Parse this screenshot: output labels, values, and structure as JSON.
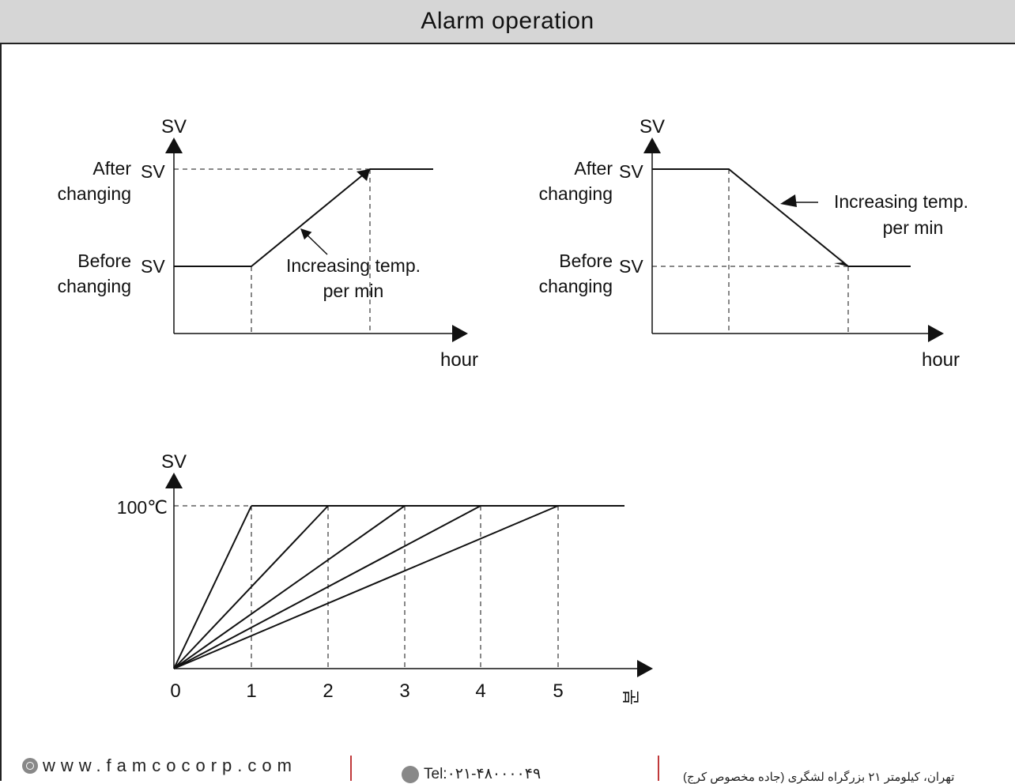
{
  "header": {
    "title": "Alarm operation"
  },
  "diagram_top_left": {
    "y_axis_label": "SV",
    "x_axis_label": "hour",
    "after_line1": "After",
    "after_line2": "changing",
    "after_sv": "SV",
    "before_line1": "Before",
    "before_line2": "changing",
    "before_sv": "SV",
    "annotation_line1": "Increasing temp.",
    "annotation_line2": "per min"
  },
  "diagram_top_right": {
    "y_axis_label": "SV",
    "x_axis_label": "hour",
    "after_line1": "After",
    "after_line2": "changing",
    "after_sv": "SV",
    "before_line1": "Before",
    "before_line2": "changing",
    "before_sv": "SV",
    "annotation_line1": "Increasing temp.",
    "annotation_line2": "per min"
  },
  "diagram_bottom": {
    "y_axis_label": "SV",
    "y_value_label": "100℃",
    "x_ticks": [
      "0",
      "1",
      "2",
      "3",
      "4",
      "5"
    ],
    "x_unit": "분"
  },
  "footer": {
    "website": "www.famcocorp.com",
    "phone": "Tel:۰۲۱-۴۸۰۰۰۰۴۹",
    "address": "تهران، کیلومتر ۲۱ بزرگراه لشگری (جاده مخصوص کرج)"
  }
}
